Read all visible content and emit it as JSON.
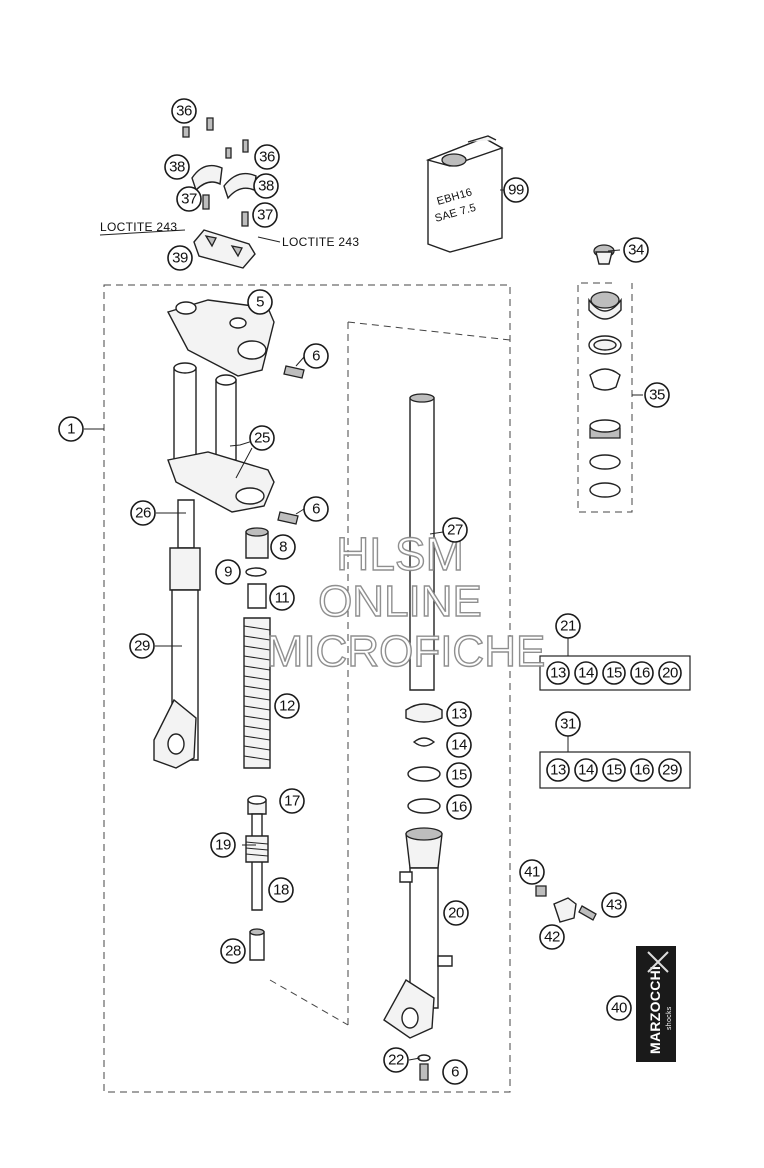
{
  "callouts": {
    "c36a": "36",
    "c36b": "36",
    "c38a": "38",
    "c38b": "38",
    "c37a": "37",
    "c37b": "37",
    "c39": "39",
    "c99": "99",
    "c34": "34",
    "c35": "35",
    "c5": "5",
    "c6a": "6",
    "c6b": "6",
    "c6c": "6",
    "c1": "1",
    "c25": "25",
    "c26": "26",
    "c8": "8",
    "c9": "9",
    "c11": "11",
    "c29": "29",
    "c12": "12",
    "c17": "17",
    "c19": "19",
    "c18": "18",
    "c28": "28",
    "c27": "27",
    "c13": "13",
    "c14": "14",
    "c15": "15",
    "c16": "16",
    "c20": "20",
    "c22": "22",
    "c21": "21",
    "c31": "31",
    "c41": "41",
    "c42": "42",
    "c43": "43",
    "c40": "40",
    "k21_13": "13",
    "k21_14": "14",
    "k21_15": "15",
    "k21_16": "16",
    "k21_20": "20",
    "k31_13": "13",
    "k31_14": "14",
    "k31_15": "15",
    "k31_16": "16",
    "k31_29": "29"
  },
  "labels": {
    "loctite_left": "LOCTITE 243",
    "loctite_right": "LOCTITE 243",
    "oil_line1": "EBH16",
    "oil_line2": "SAE 7.5",
    "brand": "MARZOCCHI",
    "brand_sub": "shocks"
  },
  "watermark": {
    "line1": "HLSM",
    "line2": "ONLINE",
    "line3": "MICROFICHE"
  }
}
